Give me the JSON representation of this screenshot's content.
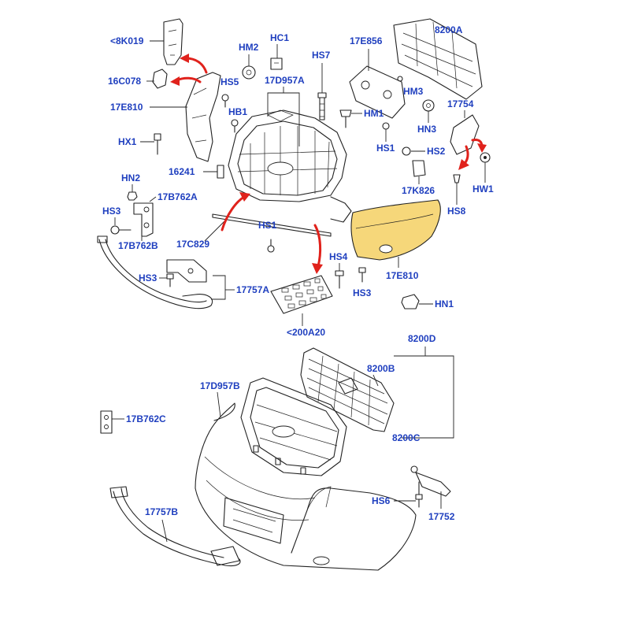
{
  "labels": {
    "p8k019": "<8K019",
    "hm2": "HM2",
    "hc1": "HC1",
    "hs7": "HS7",
    "p17e856": "17E856",
    "p8200a": "8200A",
    "p16c078": "16C078",
    "hs5": "HS5",
    "p17d957a": "17D957A",
    "hm3": "HM3",
    "p17e810a": "17E810",
    "hb1": "HB1",
    "hm1": "HM1",
    "hn3": "HN3",
    "p17754": "17754",
    "hx1": "HX1",
    "hs1a": "HS1",
    "hs2": "HS2",
    "p16241": "16241",
    "hn2": "HN2",
    "p17b762a": "17B762A",
    "p17k826": "17K826",
    "hw1": "HW1",
    "hs3a": "HS3",
    "hs8": "HS8",
    "hs1b": "HS1",
    "p17b762b": "17B762B",
    "p17c829": "17C829",
    "hs4": "HS4",
    "p17e810b": "17E810",
    "hs3b": "HS3",
    "hs3c": "HS3",
    "p17757a": "17757A",
    "hn1": "HN1",
    "p200a20": "<200A20",
    "p8200d": "8200D",
    "p8200b": "8200B",
    "p17d957b": "17D957B",
    "p17b762c": "17B762C",
    "p8200c": "8200C",
    "hs6": "HS6",
    "p17757b": "17757B",
    "p17752": "17752"
  },
  "colors": {
    "label": "#1f3fbf",
    "arrow": "#e0221c",
    "highlight": "#f6d77a",
    "line": "#222222"
  }
}
